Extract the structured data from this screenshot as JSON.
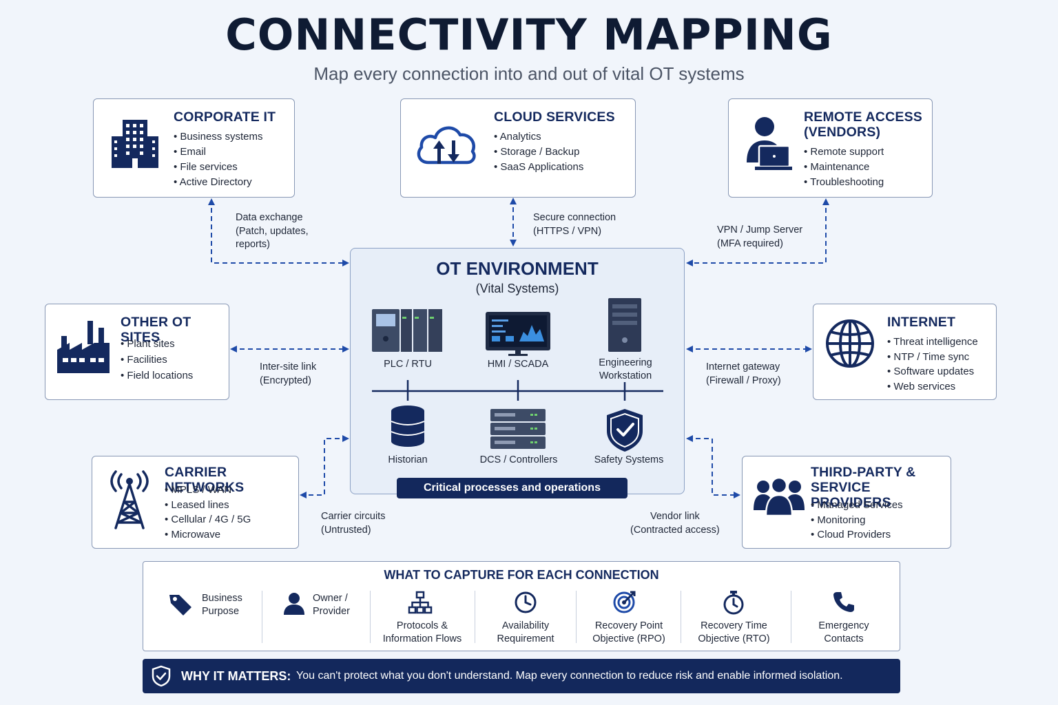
{
  "title": "CONNECTIVITY MAPPING",
  "subtitle": "Map every connection into and out of vital OT systems",
  "nodes": {
    "corporate_it": {
      "title": "CORPORATE IT",
      "items": [
        "Business systems",
        "Email",
        "File services",
        "Active Directory"
      ],
      "icon": "office-building-icon"
    },
    "cloud_services": {
      "title": "CLOUD SERVICES",
      "items": [
        "Analytics",
        "Storage / Backup",
        "SaaS Applications"
      ],
      "icon": "cloud-icon"
    },
    "remote_access": {
      "title_line1": "REMOTE ACCESS",
      "title_line2": "(VENDORS)",
      "items": [
        "Remote support",
        "Maintenance",
        "Troubleshooting"
      ],
      "icon": "user-laptop-icon"
    },
    "other_ot_sites": {
      "title": "OTHER OT SITES",
      "items": [
        "Plant sites",
        "Facilities",
        "Field locations"
      ],
      "icon": "factory-icon"
    },
    "internet": {
      "title": "INTERNET",
      "items": [
        "Threat intelligence",
        "NTP / Time sync",
        "Software updates",
        "Web services"
      ],
      "icon": "globe-icon"
    },
    "carrier_networks": {
      "title": "CARRIER NETWORKS",
      "items": [
        "MPLS / WAN",
        "Leased lines",
        "Cellular / 4G / 5G",
        "Microwave"
      ],
      "icon": "radio-tower-icon"
    },
    "third_party": {
      "title_line1": "THIRD-PARTY &",
      "title_line2": "SERVICE PROVIDERS",
      "items": [
        "Managed Services",
        "Monitoring",
        "Cloud Providers"
      ],
      "icon": "people-group-icon"
    }
  },
  "edges": {
    "corporate": [
      "Data exchange",
      "(Patch, updates,",
      "reports)"
    ],
    "cloud": [
      "Secure connection",
      "(HTTPS / VPN)"
    ],
    "remote": [
      "VPN / Jump Server",
      "(MFA required)"
    ],
    "other_ot": [
      "Inter-site link",
      "(Encrypted)"
    ],
    "internet": [
      "Internet gateway",
      "(Firewall / Proxy)"
    ],
    "carrier": [
      "Carrier circuits",
      "(Untrusted)"
    ],
    "vendor": [
      "Vendor link",
      "(Contracted access)"
    ]
  },
  "ot": {
    "title": "OT ENVIRONMENT",
    "subtitle": "(Vital Systems)",
    "components_top": [
      "PLC / RTU",
      "HMI / SCADA",
      "Engineering\nWorkstation"
    ],
    "components_bottom": [
      "Historian",
      "DCS / Controllers",
      "Safety Systems"
    ],
    "critical": "Critical processes and operations"
  },
  "capture": {
    "title": "WHAT TO CAPTURE FOR EACH CONNECTION",
    "items": [
      {
        "label": "Business\nPurpose",
        "icon": "tag-icon"
      },
      {
        "label": "Owner /\nProvider",
        "icon": "person-icon"
      },
      {
        "label": "Protocols &\nInformation Flows",
        "icon": "hierarchy-icon"
      },
      {
        "label": "Availability\nRequirement",
        "icon": "clock-icon"
      },
      {
        "label": "Recovery Point\nObjective (RPO)",
        "icon": "target-icon"
      },
      {
        "label": "Recovery Time\nObjective (RTO)",
        "icon": "stopwatch-icon"
      },
      {
        "label": "Emergency\nContacts",
        "icon": "phone-icon"
      }
    ]
  },
  "why": {
    "label": "WHY IT MATTERS:",
    "text": "You can't protect what you don't understand. Map every connection to reduce risk and enable informed isolation."
  },
  "colors": {
    "navy": "#13285c",
    "accent": "#1e4aa8",
    "background": "#f1f5fb"
  }
}
